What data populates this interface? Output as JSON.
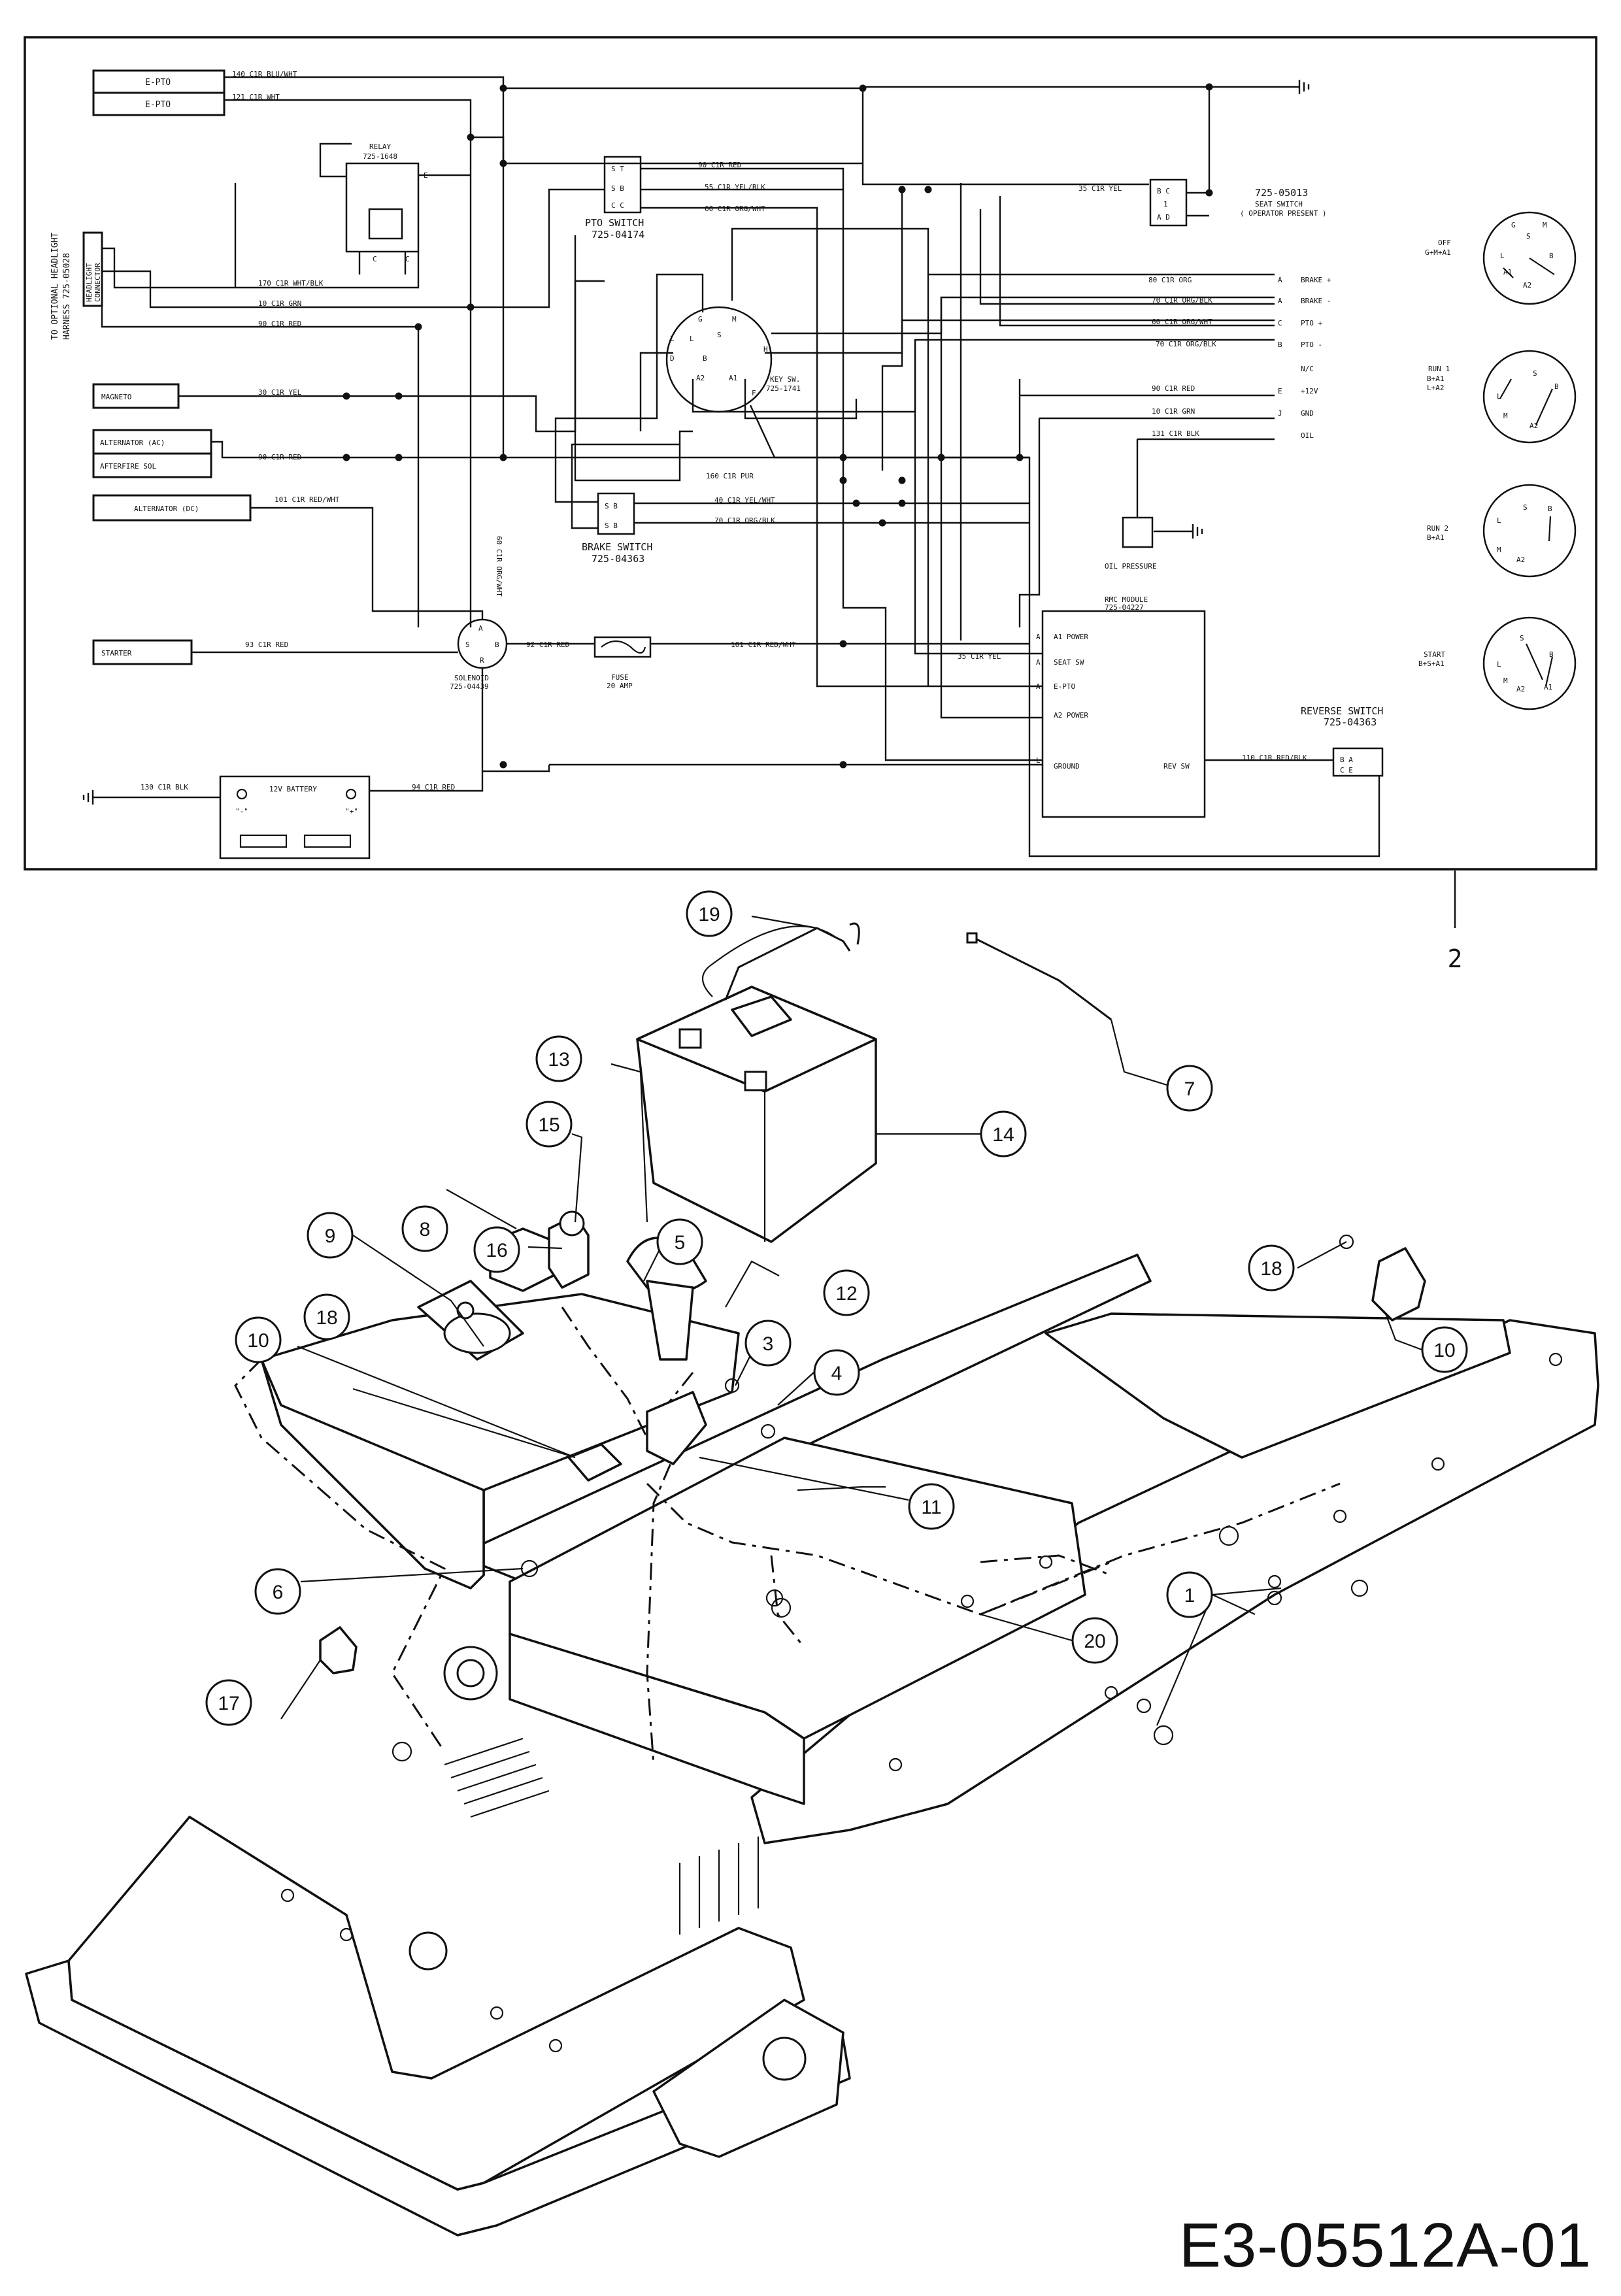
{
  "diagram_id": "E3-05512A-01",
  "schematic": {
    "callout": "2",
    "left_notes": [
      "TO OPTIONAL HEADLIGHT",
      "HARNESS 725-05028"
    ],
    "headlight_connector": [
      "HEADLIGHT",
      "CONNECTOR"
    ],
    "components": {
      "epto_top": "E-PTO",
      "epto_bottom": "E-PTO",
      "relay": "RELAY",
      "relay_pn": "725-1648",
      "pto_switch": "PTO SWITCH",
      "pto_switch_pn": "725-04174",
      "key_switch": "KEY SW.",
      "key_switch_pn": "725-1741",
      "seat_switch_pn": "725-05013",
      "seat_switch": "SEAT SWITCH",
      "seat_switch_note": "( OPERATOR PRESENT )",
      "magneto": "MAGNETO",
      "alternator_ac": "ALTERNATOR (AC)",
      "afterfire_sol": "AFTERFIRE SOL",
      "alternator_dc": "ALTERNATOR (DC)",
      "brake_switch": "BRAKE SWITCH",
      "brake_switch_pn": "725-04363",
      "starter": "STARTER",
      "solenoid": "SOLENOID",
      "solenoid_pn": "725-04439",
      "fuse": "FUSE",
      "fuse_rating": "20 AMP",
      "battery": "12V BATTERY",
      "battery_neg": "\"-\"",
      "battery_pos": "\"+\"",
      "oil_pressure": "OIL PRESSURE",
      "rmc_module": "RMC MODULE",
      "rmc_module_pn": "725-04227",
      "reverse_switch": "REVERSE SWITCH",
      "reverse_switch_pn": "725-04363"
    },
    "wires": {
      "w140": "140 C1R BLU/WHT",
      "w121": "121 C1R WHT",
      "w170": "170 C1R WHT/BLK",
      "w10a": "10 C1R GRN",
      "w90a": "90 C1R RED",
      "w30": "30 C1R YEL",
      "w90b": "90 C1R RED",
      "w101a": "101 C1R RED/WHT",
      "w93": "93 C1R RED",
      "w92": "92 C1R RED",
      "w101b": "101 C1R RED/WHT",
      "w130": "130 C1R BLK",
      "w94": "94 C1R RED",
      "w90c": "90 C1R RED",
      "w55": "55 C1R YEL/BLK",
      "w60": "60 C1R ORG/WHT",
      "w35a": "35 C1R YEL",
      "w160": "160 C1R PUR",
      "w40": "40 C1R YEL/WHT",
      "w70a": "70 C1R ORG/BLK",
      "w60v": "60 C1R ORG/WHT",
      "w80": "80 C1R ORG",
      "w70b": "70 C1R ORG/BLK",
      "w60b": "60 C1R ORG/WHT",
      "w70c": "70 C1R ORG/BLK",
      "w90d": "90 C1R RED",
      "w10b": "10 C1R GRN",
      "w131": "131 C1R BLK",
      "w35b": "35 C1R YEL",
      "w110": "110 C1R RED/BLK"
    },
    "connector_pins": [
      {
        "pin": "A",
        "label": "BRAKE +"
      },
      {
        "pin": "A",
        "label": "BRAKE -"
      },
      {
        "pin": "C",
        "label": "PTO +"
      },
      {
        "pin": "B",
        "label": "PTO -"
      },
      {
        "pin": "",
        "label": "N/C"
      },
      {
        "pin": "E",
        "label": "+12V"
      },
      {
        "pin": "J",
        "label": "GND"
      },
      {
        "pin": "",
        "label": "OIL"
      }
    ],
    "rmc_inputs": [
      {
        "pin": "A",
        "label": "A1 POWER"
      },
      {
        "pin": "A",
        "label": "SEAT SW"
      },
      {
        "pin": "A",
        "label": "E-PTO"
      },
      {
        "pin": "",
        "label": "A2 POWER"
      },
      {
        "pin": "L",
        "label": "GROUND"
      }
    ],
    "rmc_output": "REV SW",
    "key_positions": [
      {
        "name": "OFF",
        "detail": "G+M+A1"
      },
      {
        "name": "RUN 1",
        "detail": "B+A1\nL+A2"
      },
      {
        "name": "RUN 2",
        "detail": "B+A1"
      },
      {
        "name": "START",
        "detail": "B+S+A1"
      }
    ]
  },
  "callouts": [
    "1",
    "3",
    "4",
    "5",
    "6",
    "7",
    "8",
    "9",
    "10",
    "10",
    "11",
    "12",
    "13",
    "14",
    "15",
    "16",
    "17",
    "18",
    "18",
    "19",
    "20"
  ]
}
